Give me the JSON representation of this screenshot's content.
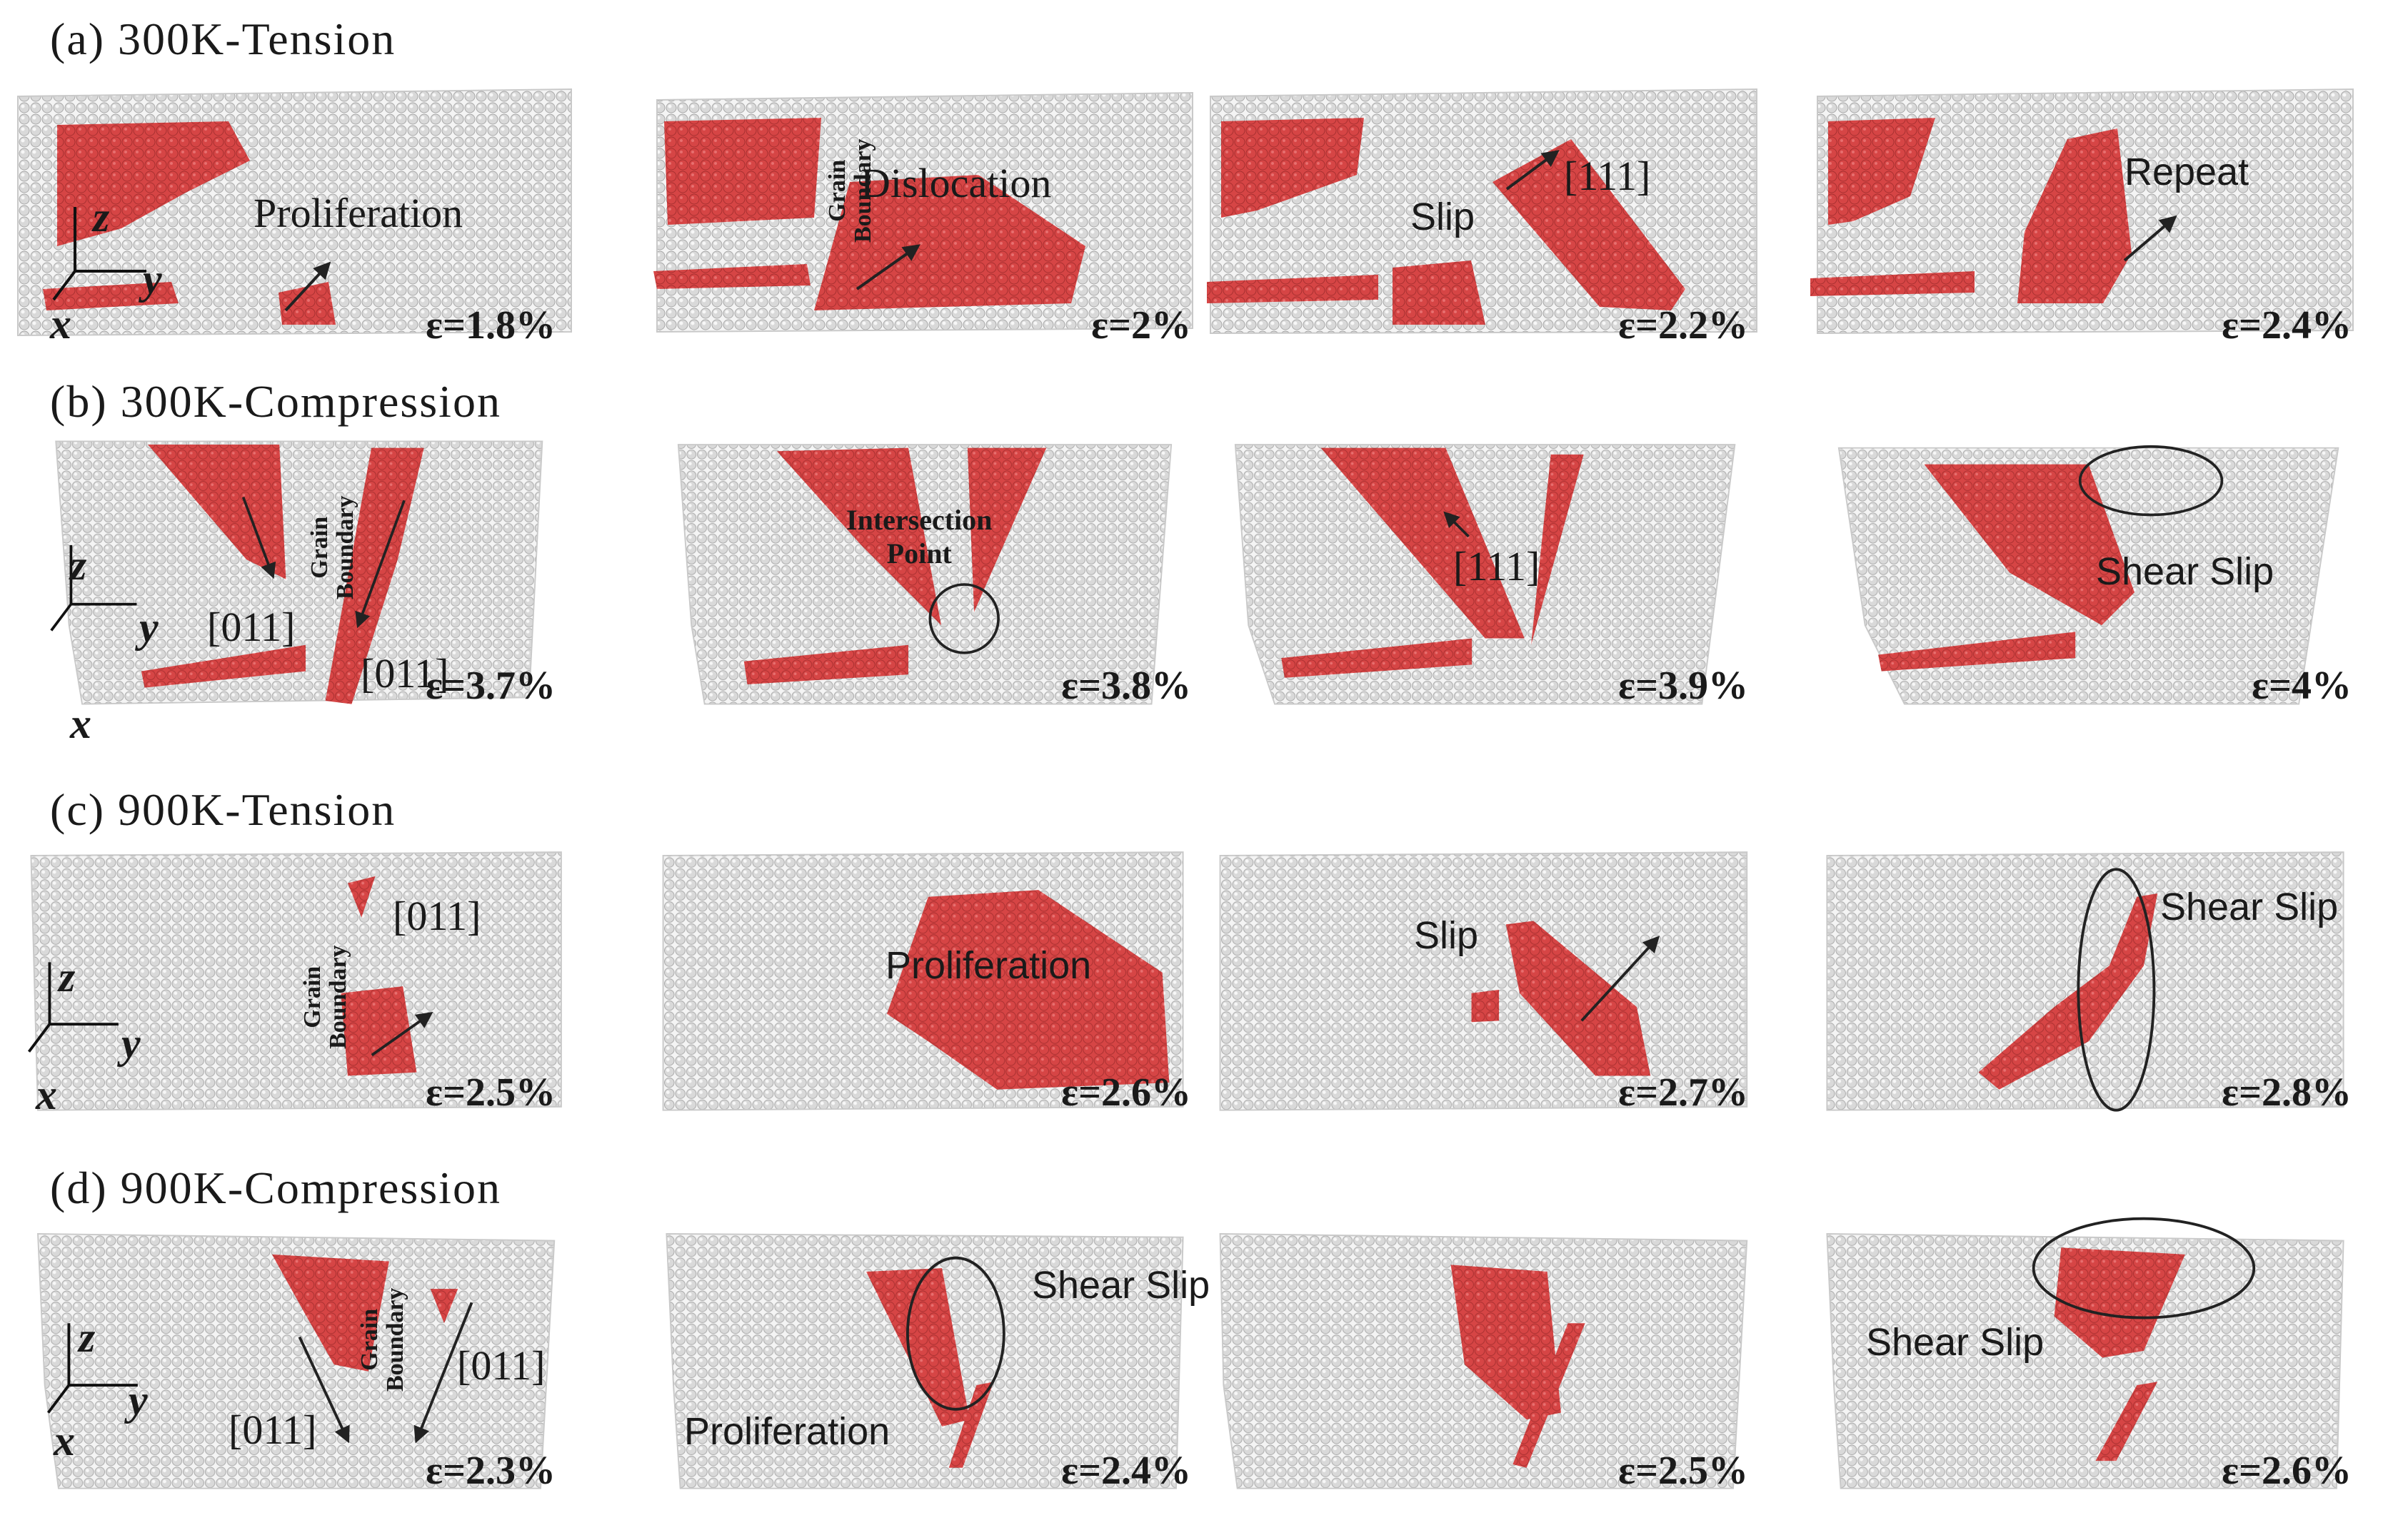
{
  "rows": [
    {
      "title": "(a) 300K-Tension",
      "panels": [
        {
          "strain": "ε=1.8%",
          "labels": [
            "Proliferation"
          ],
          "axes": {
            "z": "z",
            "y": "y",
            "x": "x"
          }
        },
        {
          "strain": "ε=2%",
          "labels": [
            "Dislocation"
          ],
          "vertical": [
            "Grain",
            "Boundary"
          ]
        },
        {
          "strain": "ε=2.2%",
          "labels": [
            "Slip",
            "[111]"
          ]
        },
        {
          "strain": "ε=2.4%",
          "labels": [
            "Repeat"
          ]
        }
      ]
    },
    {
      "title": "(b) 300K-Compression",
      "panels": [
        {
          "strain": "ε=3.7%",
          "labels": [
            "[011]",
            "[011]"
          ],
          "vertical": [
            "Grain",
            "Boundary"
          ],
          "axes": {
            "z": "z",
            "y": "y",
            "x": "x"
          }
        },
        {
          "strain": "ε=3.8%",
          "labels": [
            "Intersection",
            "Point"
          ]
        },
        {
          "strain": "ε=3.9%",
          "labels": [
            "[111]"
          ]
        },
        {
          "strain": "ε=4%",
          "labels": [
            "Shear Slip"
          ]
        }
      ]
    },
    {
      "title": "(c) 900K-Tension",
      "panels": [
        {
          "strain": "ε=2.5%",
          "labels": [
            "[011]"
          ],
          "vertical": [
            "Grain",
            "Boundary"
          ],
          "axes": {
            "z": "z",
            "y": "y",
            "x": "x"
          }
        },
        {
          "strain": "ε=2.6%",
          "labels": [
            "Proliferation"
          ]
        },
        {
          "strain": "ε=2.7%",
          "labels": [
            "Slip"
          ]
        },
        {
          "strain": "ε=2.8%",
          "labels": [
            "Shear Slip"
          ]
        }
      ]
    },
    {
      "title": "(d) 900K-Compression",
      "panels": [
        {
          "strain": "ε=2.3%",
          "labels": [
            "[011]",
            "[011]"
          ],
          "vertical": [
            "Grain",
            "Boundary"
          ],
          "axes": {
            "z": "z",
            "y": "y",
            "x": "x"
          }
        },
        {
          "strain": "ε=2.4%",
          "labels": [
            "Shear Slip",
            "Proliferation"
          ]
        },
        {
          "strain": "ε=2.5%",
          "labels": []
        },
        {
          "strain": "ε=2.6%",
          "labels": [
            "Shear Slip"
          ]
        }
      ]
    }
  ],
  "colors": {
    "atom": "#d9d9d9",
    "defect": "#d64545",
    "outline": "#222222"
  }
}
